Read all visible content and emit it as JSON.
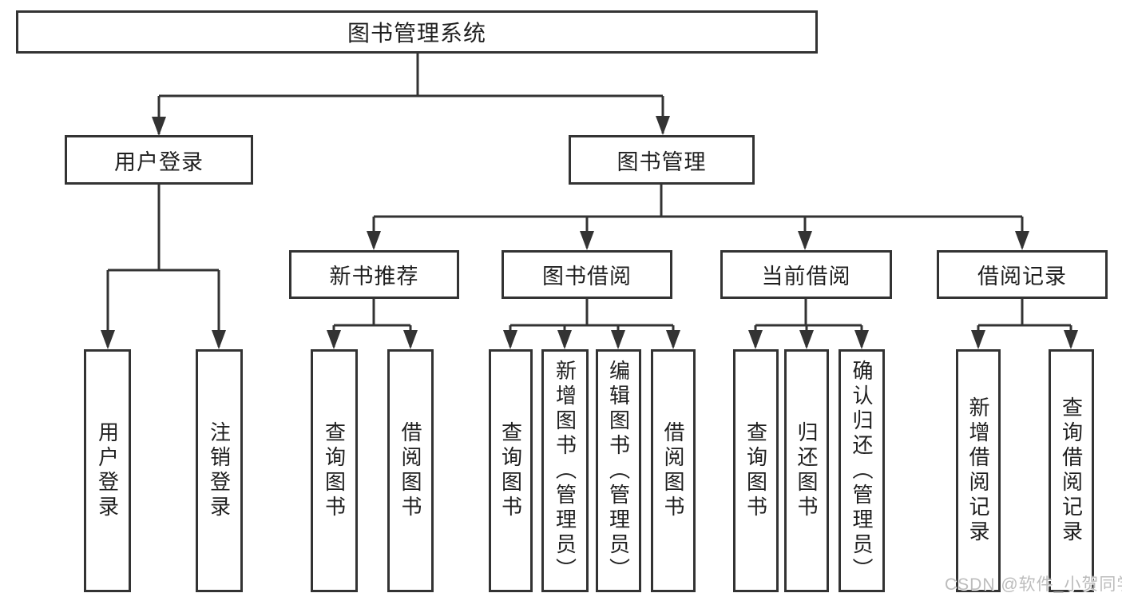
{
  "tree": {
    "label": "图书管理系统",
    "children": [
      {
        "label": "用户登录",
        "children": [
          {
            "label": "用户登录"
          },
          {
            "label": "注销登录"
          }
        ]
      },
      {
        "label": "图书管理",
        "children": [
          {
            "label": "新书推荐",
            "children": [
              {
                "label": "查询图书"
              },
              {
                "label": "借阅图书"
              }
            ]
          },
          {
            "label": "图书借阅",
            "children": [
              {
                "label": "查询图书"
              },
              {
                "label": "新增图书（管理员）"
              },
              {
                "label": "编辑图书（管理员）"
              },
              {
                "label": "借阅图书"
              }
            ]
          },
          {
            "label": "当前借阅",
            "children": [
              {
                "label": "查询图书"
              },
              {
                "label": "归还图书"
              },
              {
                "label": "确认归还（管理员）"
              }
            ]
          },
          {
            "label": "借阅记录",
            "children": [
              {
                "label": "新增借阅记录"
              },
              {
                "label": "查询借阅记录"
              }
            ]
          }
        ]
      }
    ]
  },
  "watermark": {
    "text": "CSDN @软件_小贺同学"
  },
  "colors": {
    "line": "#333333",
    "text": "#1f1f1f",
    "watermark": "#bcbcbc",
    "background": "#ffffff"
  }
}
